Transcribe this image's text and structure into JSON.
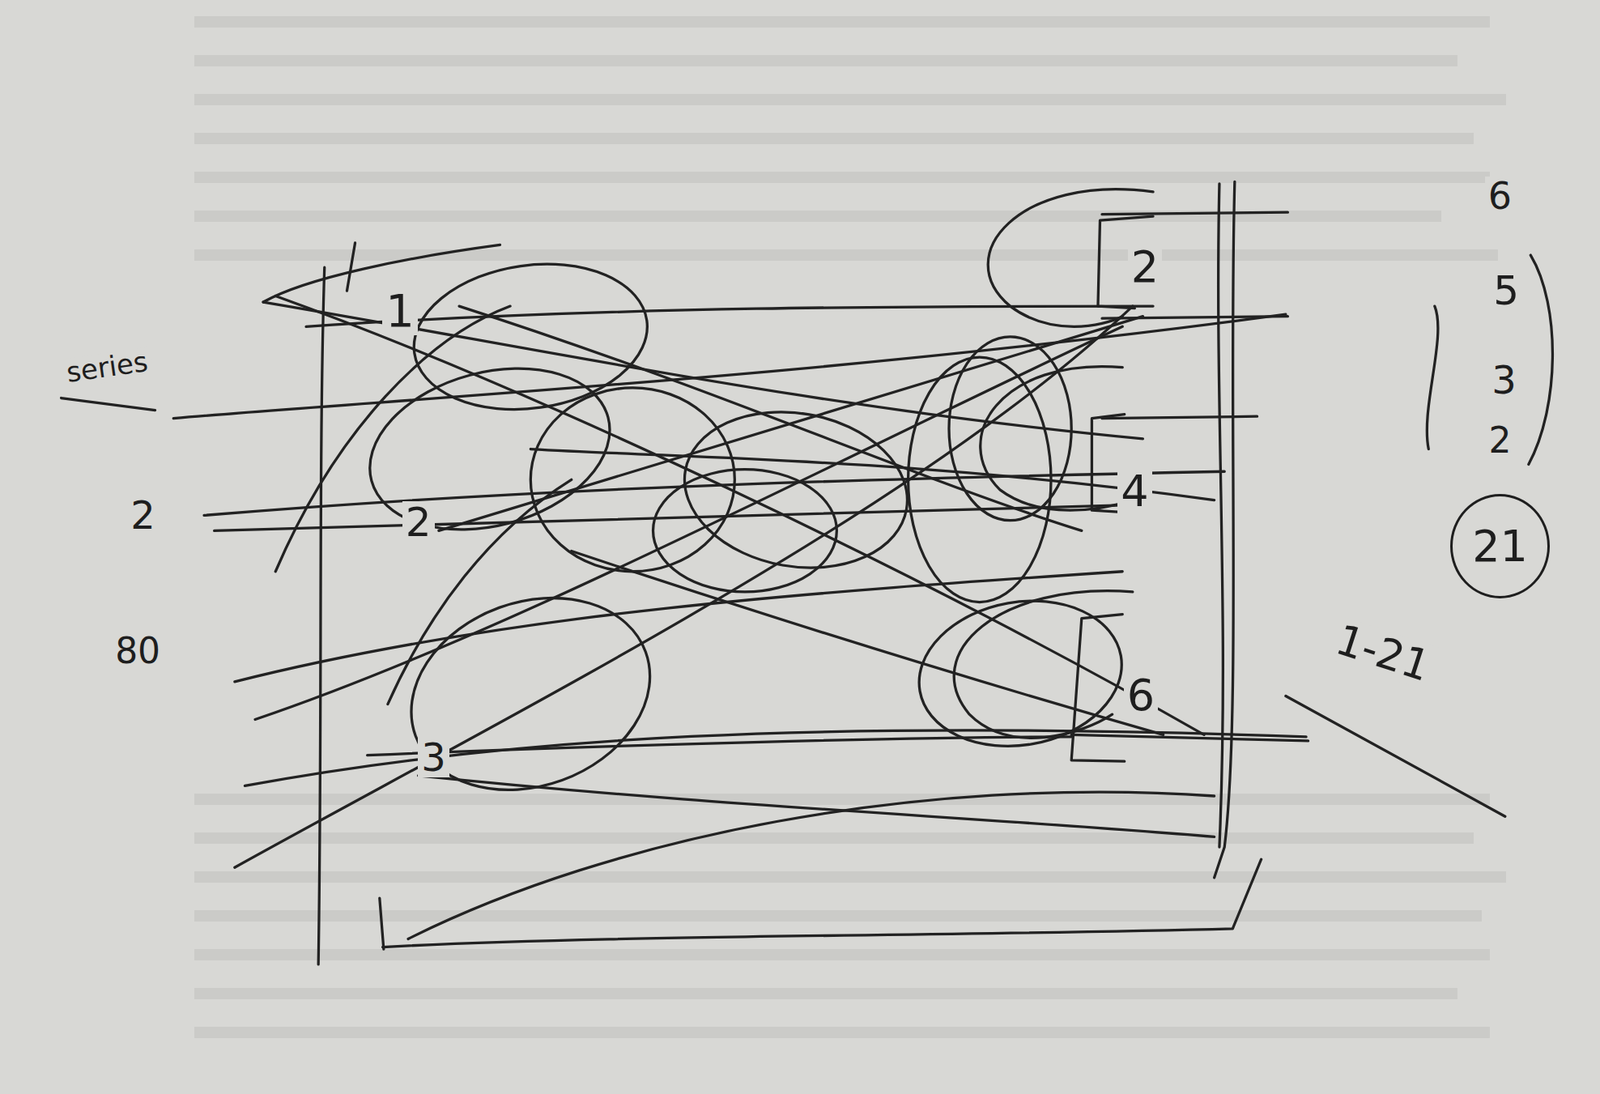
{
  "diagram": {
    "nodes": [
      {
        "text": [
          "21"
        ]
      }
    ],
    "labels": [
      "series",
      "2",
      "80",
      "1",
      "2",
      "3",
      "2",
      "4",
      "6",
      "6",
      "5",
      "3",
      "2",
      "1-21"
    ]
  }
}
